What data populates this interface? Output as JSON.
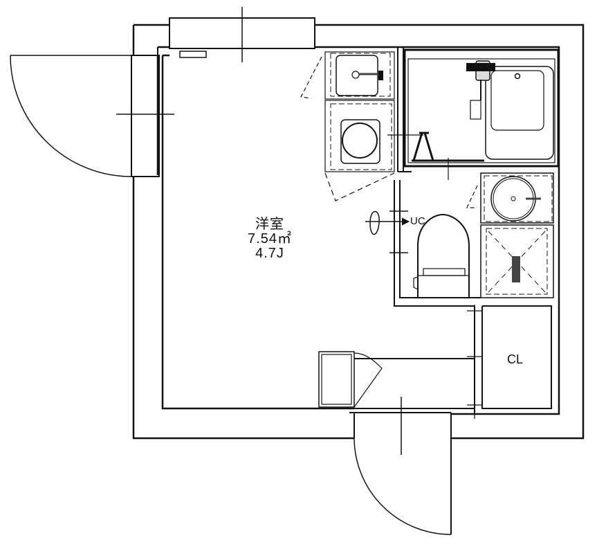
{
  "floorplan": {
    "rooms": {
      "western_room": {
        "name": "洋室",
        "area": "7.54㎡",
        "tatami": "4.7J"
      },
      "toilet": {
        "label": "UC"
      },
      "closet": {
        "label": "CL"
      }
    },
    "fixtures": [
      "kitchen-sink",
      "washing-machine-space",
      "unit-bath-tub",
      "bath-faucet",
      "wash-basin",
      "toilet",
      "shower-pan",
      "shoe-cabinet"
    ],
    "doors": [
      "balcony-window-door",
      "entrance-door",
      "bathroom-folding-door",
      "toilet-door"
    ],
    "colors": {
      "line": "#111111",
      "background": "#ffffff"
    }
  }
}
